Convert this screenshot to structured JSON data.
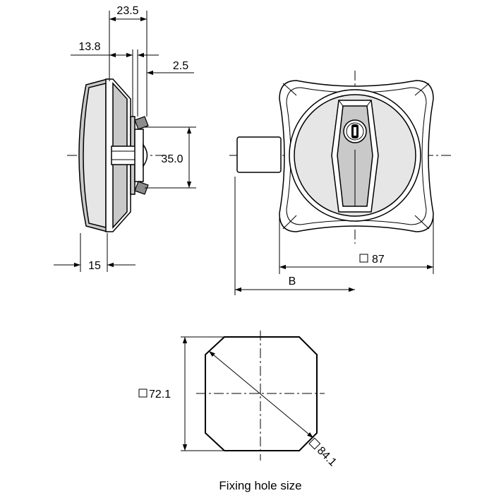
{
  "dimensions": {
    "top_width": "23.5",
    "flange_width": "13.8",
    "gap": "2.5",
    "height": "35.0",
    "depth": "15",
    "square_size": "87",
    "offset": "B",
    "hole_square": "72.1",
    "hole_diagonal": "84.1"
  },
  "caption": "Fixing hole size",
  "icons": {
    "square_symbol": "square-symbol-icon"
  }
}
